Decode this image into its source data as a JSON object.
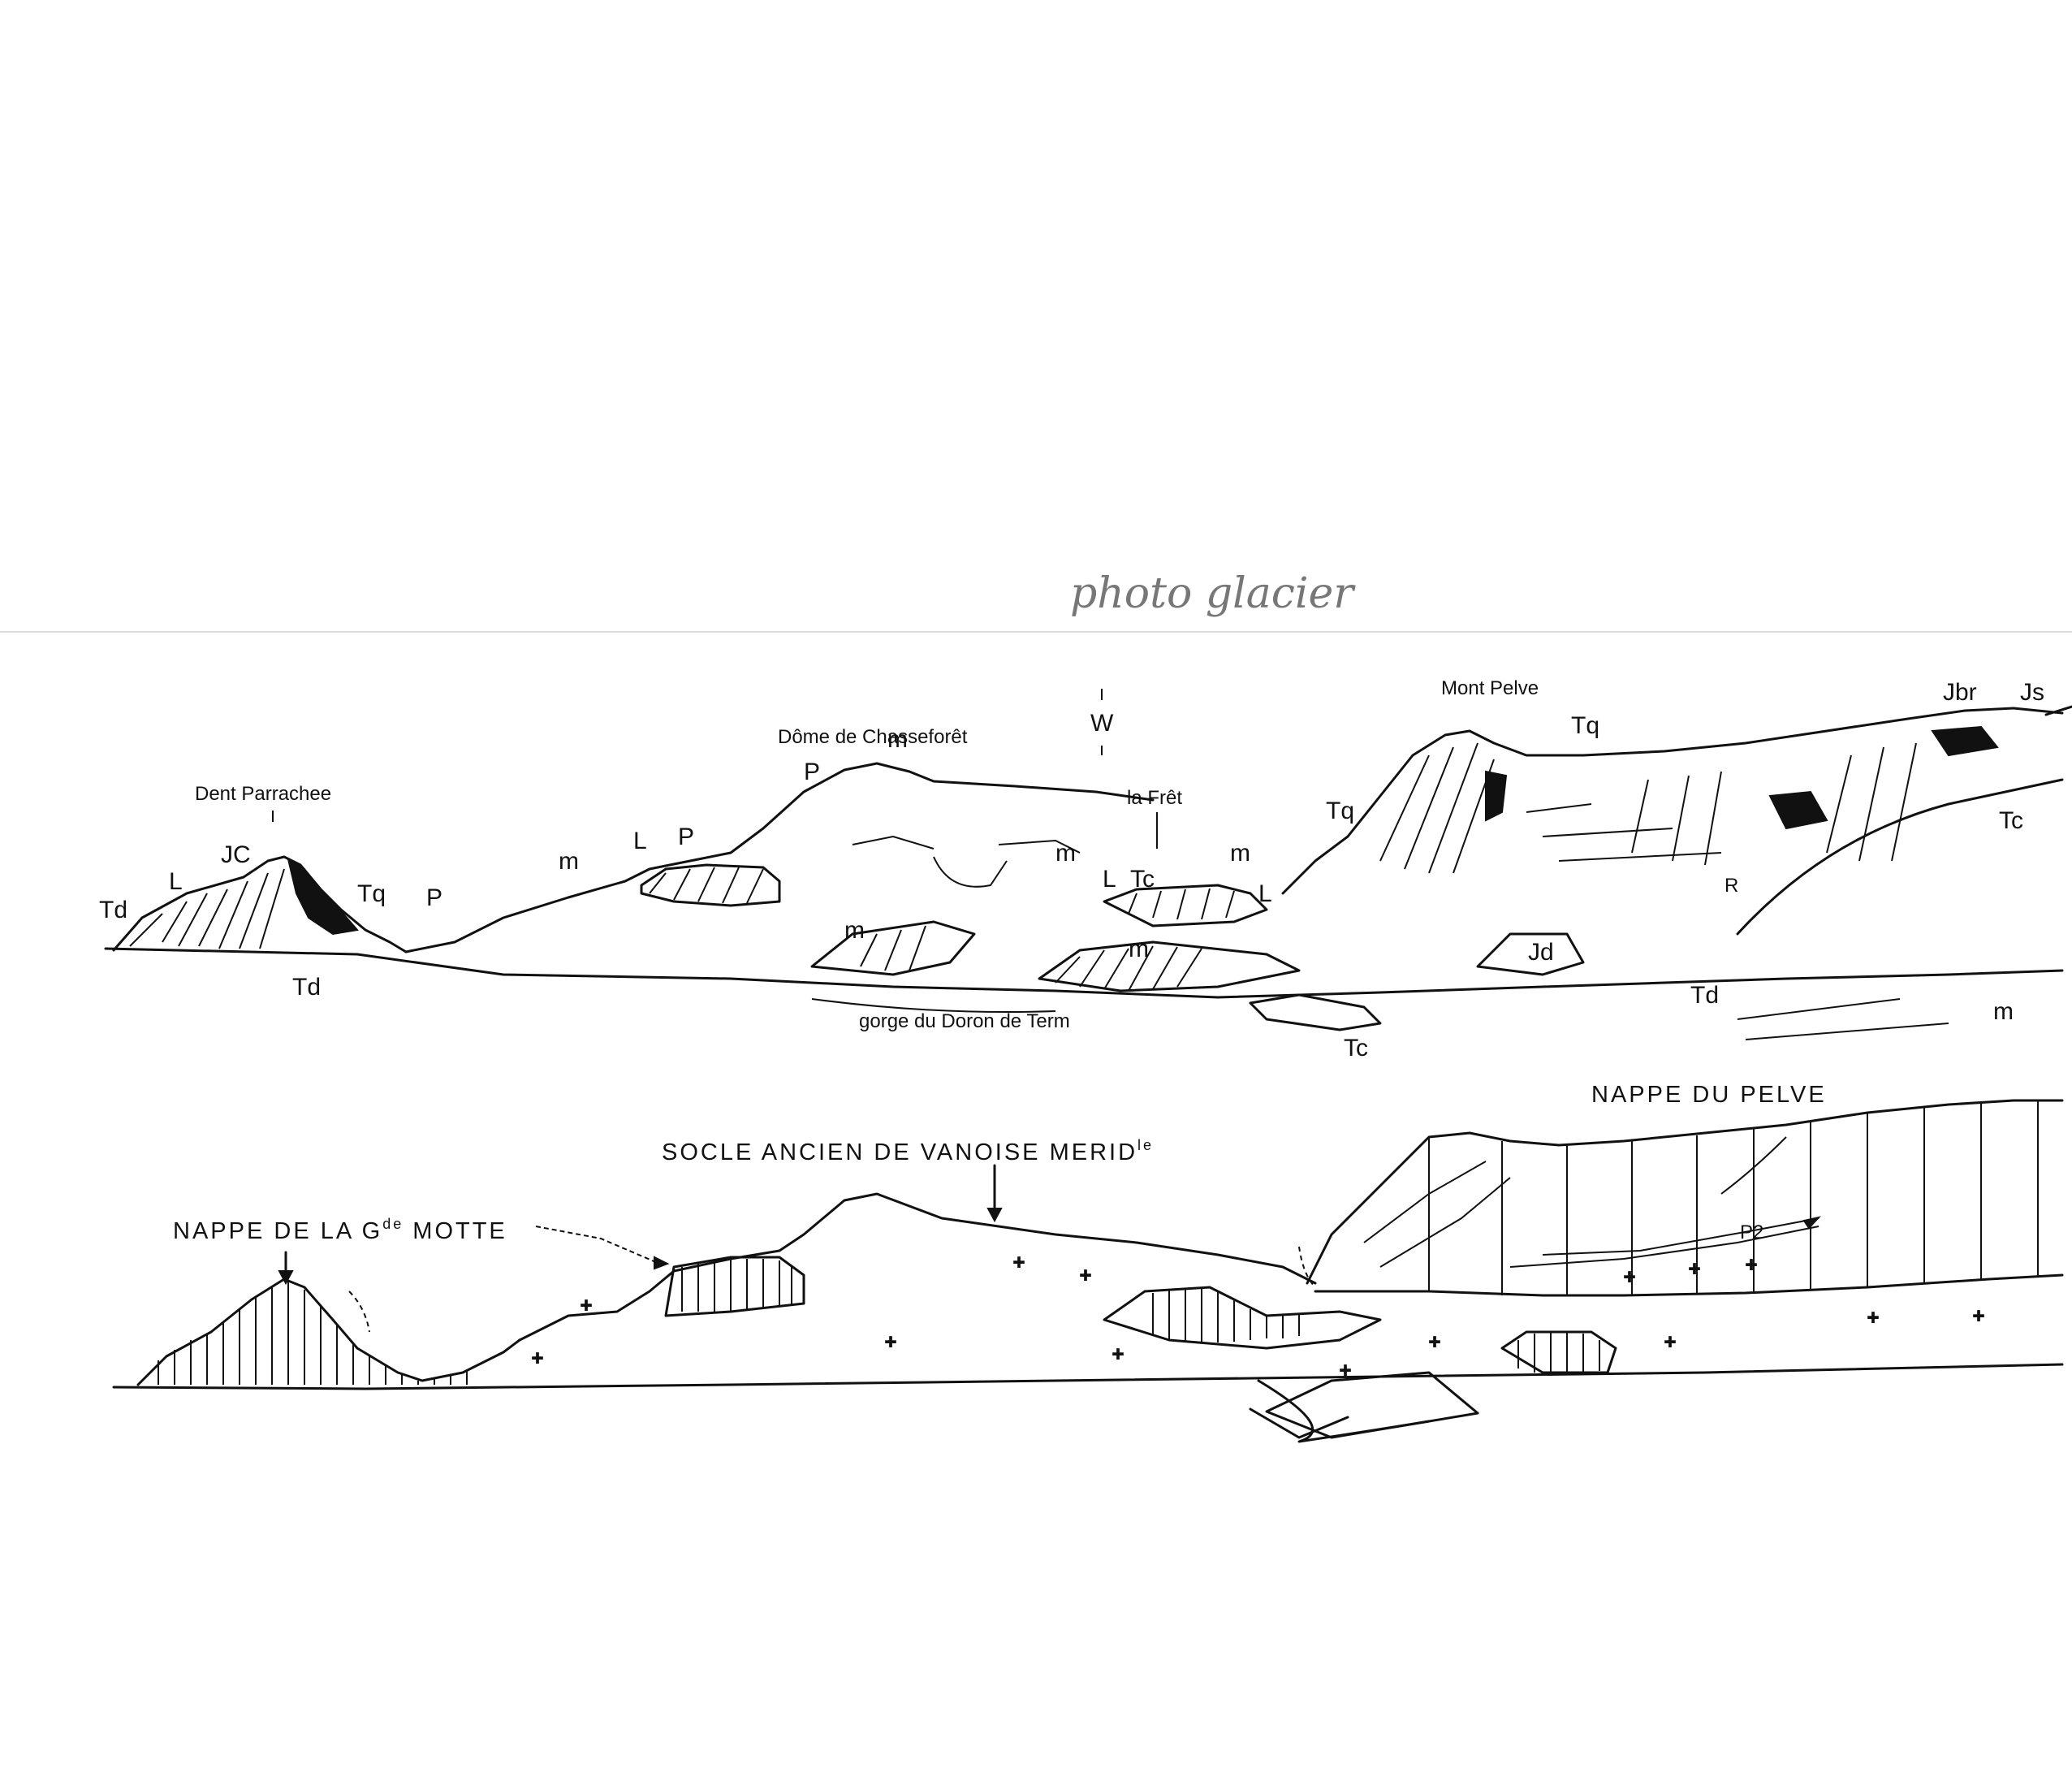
{
  "annotation": "photo glacier",
  "panorama": {
    "peak_labels": {
      "dent_parrachee": "Dent Parrachee",
      "dome_chasseforet": "Dôme de Chasseforêt",
      "w_marker": "W",
      "la_fret": "la Frêt",
      "mont_pelve": "Mont Pelve",
      "gorge": "gorge du Doron de Term"
    },
    "unit_codes": {
      "td_left": "Td",
      "l_left": "L",
      "jc": "JC",
      "tq_left": "Tq",
      "p_left": "P",
      "td_bottom_left": "Td",
      "m_a": "m",
      "l_mid": "L",
      "p_mid": "P",
      "p_dome": "P",
      "m_dome": "m",
      "m_b": "m",
      "l_fret": "L",
      "tc_fret": "Tc",
      "m_c": "m",
      "l_c": "L",
      "tq_mid": "Tq",
      "m_low1": "m",
      "m_low2": "m",
      "tq_pelve": "Tq",
      "jbr": "Jbr",
      "js": "Js",
      "tc_right": "Tc",
      "r_mark": "R",
      "td_right": "Jd",
      "td_far": "Td",
      "tc_low": "Tc",
      "m_right": "m"
    }
  },
  "section": {
    "labels": {
      "nappe_pelve": "NAPPE DU PELVE",
      "socle": "SOCLE ANCIEN DE VANOISE MERID",
      "socle_sup": "le",
      "nappe_motte": "NAPPE DE LA G",
      "nappe_motte_sup": "de",
      "nappe_motte_end": " MOTTE",
      "p2": "P2"
    }
  }
}
